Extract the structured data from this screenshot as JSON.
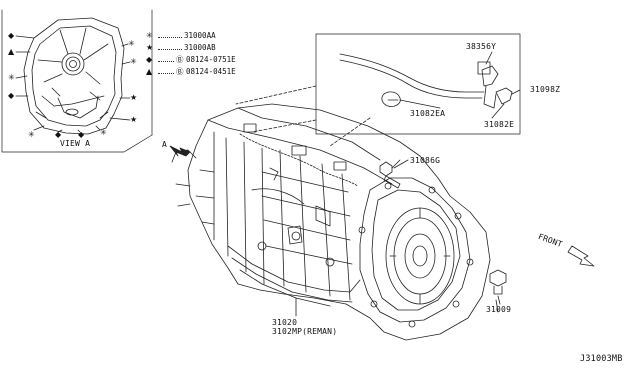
{
  "diagram": {
    "view_label": "VIEW A",
    "view_marker": "A",
    "front_label": "FRONT",
    "diagram_code": "J31003MB",
    "legend": [
      {
        "symbol": "✳",
        "code": "31000AA"
      },
      {
        "symbol": "★",
        "code": "31000AB"
      },
      {
        "symbol": "◆",
        "prefix": "Ⓑ",
        "code": "08124-0751E"
      },
      {
        "symbol": "▲",
        "prefix": "Ⓑ",
        "code": "08124-0451E"
      }
    ],
    "parts": {
      "p38356Y": "38356Y",
      "p31098Z": "31098Z",
      "p31082EA": "31082EA",
      "p31082E": "31082E",
      "p31086G": "31086G",
      "p31009": "31009",
      "p31020": "31020",
      "p3102MP": "3102MP(REMAN)"
    }
  }
}
